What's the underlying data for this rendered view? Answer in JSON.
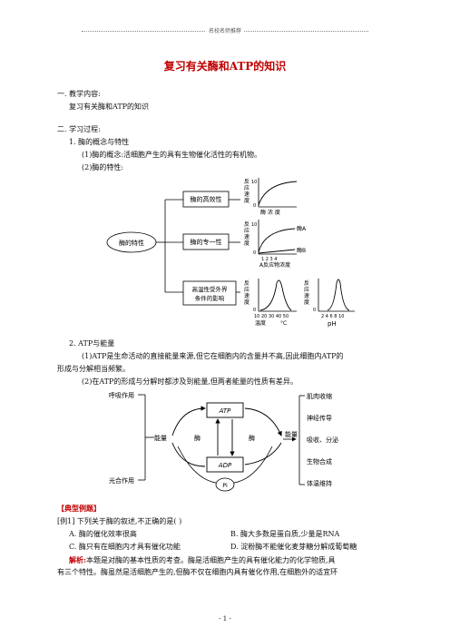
{
  "header": {
    "text": "名校名师推荐"
  },
  "title": "复习有关酶和ATP的知识",
  "sections": {
    "s1_head": "一. 教学内容:",
    "s1_body": "复习有关酶和ATP的知识",
    "s2_head": "二. 学习过程:",
    "item1": "1. 酶的概念与特性",
    "item1_1": "(1)酶的概念:活细胞产生的具有生物催化活性的有机物。",
    "item1_2": "(2)酶的特性:",
    "item2": "2. ATP与能量",
    "item2_1a": "(1)ATP是生命活动的直接能量来源,但它在细胞内的含量并不高,因此细胞内ATP的",
    "item2_1b": "形成与分解相当频繁。",
    "item2_2": "(2)在ATP的形成与分解时都涉及到能量,但两者能量的性质有差异。"
  },
  "enzyme_diagram": {
    "center": "酶的特性",
    "box1": "酶的高效性",
    "box2": "酶的专一性",
    "box3a": "高温性受外界",
    "box3b": "条件的影响",
    "g1_y": [
      "反",
      "应",
      "速",
      "度"
    ],
    "g1_x": "酶  浓 度",
    "g1_ticks": [
      "0",
      "10"
    ],
    "g2_y": [
      "反",
      "应",
      "速",
      "度"
    ],
    "g2_x": "A反应物浓度",
    "g2_xticks": "1 2 3 4",
    "g2_A": "酶A",
    "g2_B": "酶B",
    "g2_ticks": [
      "0",
      "10"
    ],
    "g3_y": [
      "反",
      "应",
      "速",
      "度"
    ],
    "g3_x": "温度",
    "g3_unit": "°C",
    "g3_xticks": "10 20 30 40 50",
    "g3_tick": "0",
    "g4_y": [
      "反",
      "应",
      "速",
      "度"
    ],
    "g4_x": "pH",
    "g4_xticks": "2 4 6 8 10",
    "g4_tick": "0"
  },
  "atp_diagram": {
    "resp": "呼吸作用",
    "photo": "光合作用",
    "energy_in": "能量",
    "atp": "ATP",
    "adp": "ADP",
    "enzyme_left": "酶",
    "enzyme_right": "酶",
    "pi": "Pi",
    "energy_out": "能量",
    "uses": [
      "肌肉收缩",
      "神经传导",
      "吸收、分泌",
      "生物合成",
      "体温维持"
    ]
  },
  "examples": {
    "head": "【典型例题】",
    "q": "[例1] 下列关于酶的叙述,不正确的是(   )",
    "A": "A. 酶的催化效率很高",
    "B": "B. 酶大多数是蛋白质,少量是RNA",
    "C": "C. 酶只有在细胞内才具有催化功能",
    "D": "D. 淀粉酶不能催化麦芽糖分解成葡萄糖",
    "analysis_label": "解析:",
    "analysis_1": "本题是对酶的基本性质的考查。酶是活细胞产生的具有催化能力的化学物质,具",
    "analysis_2": "有三个特性。酶虽然是活细胞产生的,但酶不仅在细胞内具有催化作用,在细胞外的适宜环"
  },
  "footer": {
    "page": "- 1 -"
  }
}
